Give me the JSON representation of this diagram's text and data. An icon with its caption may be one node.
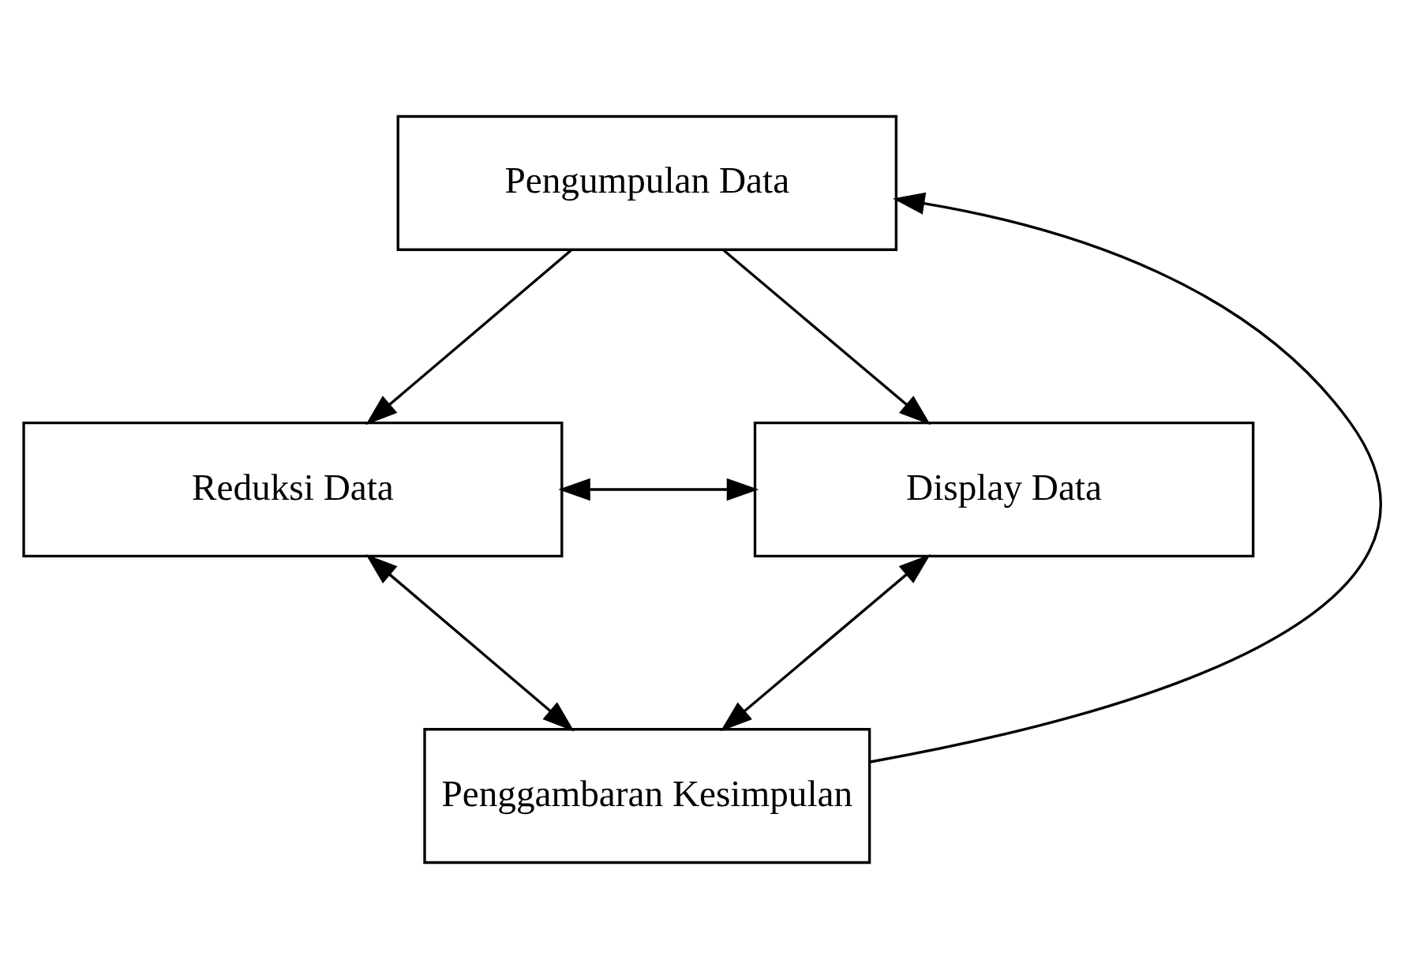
{
  "diagram": {
    "nodes": [
      {
        "text": [
          "Pengumpulan Data"
        ]
      },
      {
        "text": [
          "Reduksi Data"
        ]
      },
      {
        "text": [
          "Display Data"
        ]
      },
      {
        "text": [
          "Penggambaran Kesimpulan"
        ]
      }
    ],
    "edges": [
      {
        "from": 0,
        "to": 1,
        "arrow": "to"
      },
      {
        "from": 0,
        "to": 2,
        "arrow": "to"
      },
      {
        "from": 1,
        "to": 2,
        "arrow": "both"
      },
      {
        "from": 1,
        "to": 3,
        "arrow": "both"
      },
      {
        "from": 2,
        "to": 3,
        "arrow": "both"
      },
      {
        "from": 3,
        "to": 0,
        "arrow": "to"
      }
    ]
  }
}
